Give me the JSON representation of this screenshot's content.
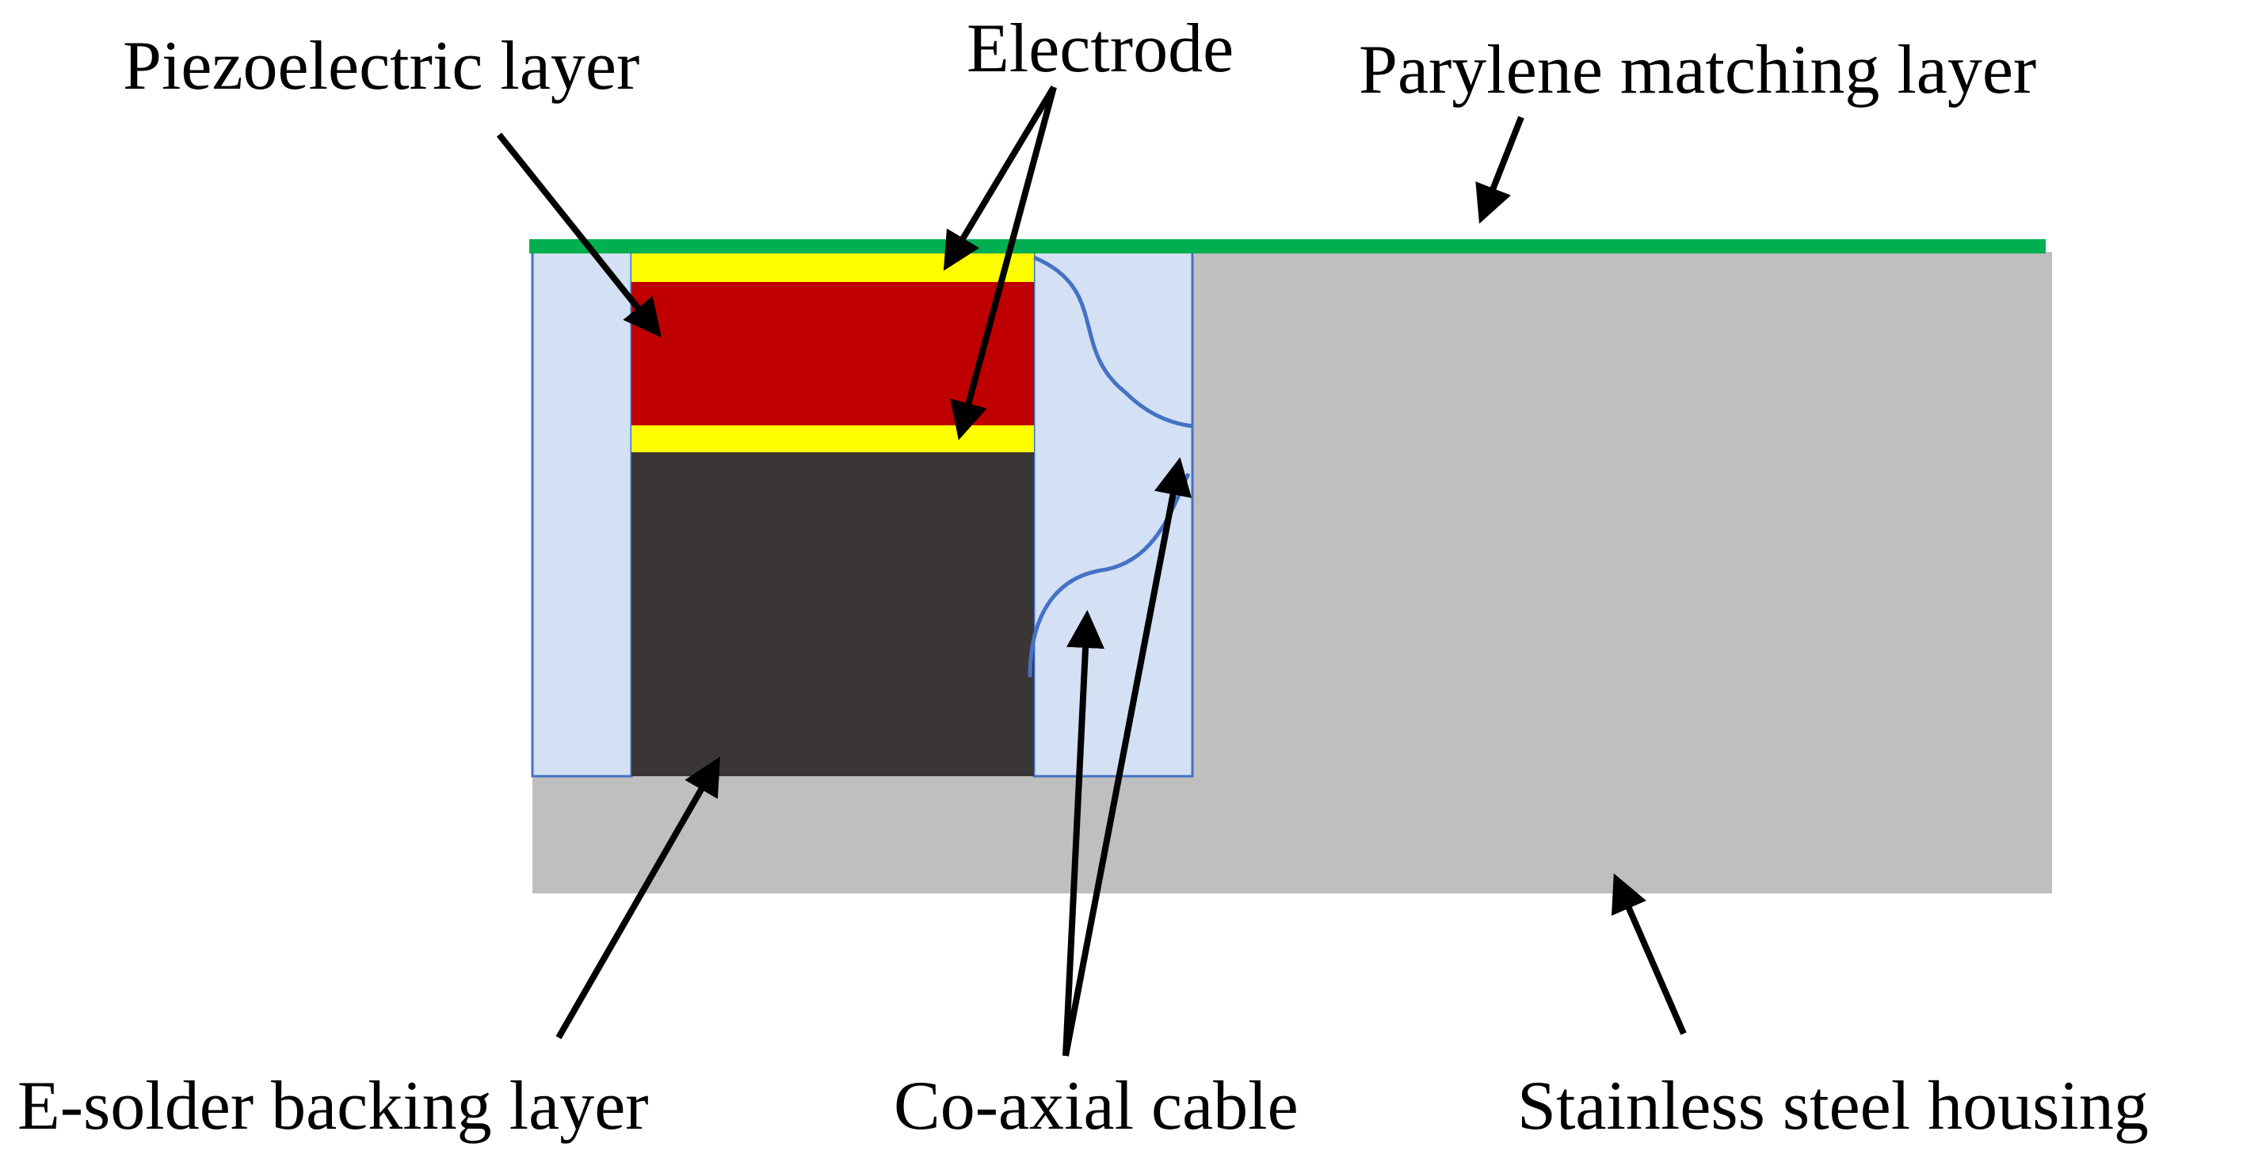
{
  "labels": {
    "piezoelectric_layer": "Piezoelectric layer",
    "electrode": "Electrode",
    "parylene_matching_layer": "Parylene matching layer",
    "e_solder_backing_layer": "E-solder backing layer",
    "co_axial_cable": "Co-axial cable",
    "stainless_steel_housing": "Stainless steel housing"
  },
  "colors": {
    "piezoelectric": "#c00000",
    "electrode": "#ffff00",
    "parylene": "#00b050",
    "backing": "#3a3636",
    "housing": "#bfbfbf",
    "epoxy_fill": "#d4e0f3",
    "cable": "#4472c4",
    "arrow": "#000000"
  }
}
